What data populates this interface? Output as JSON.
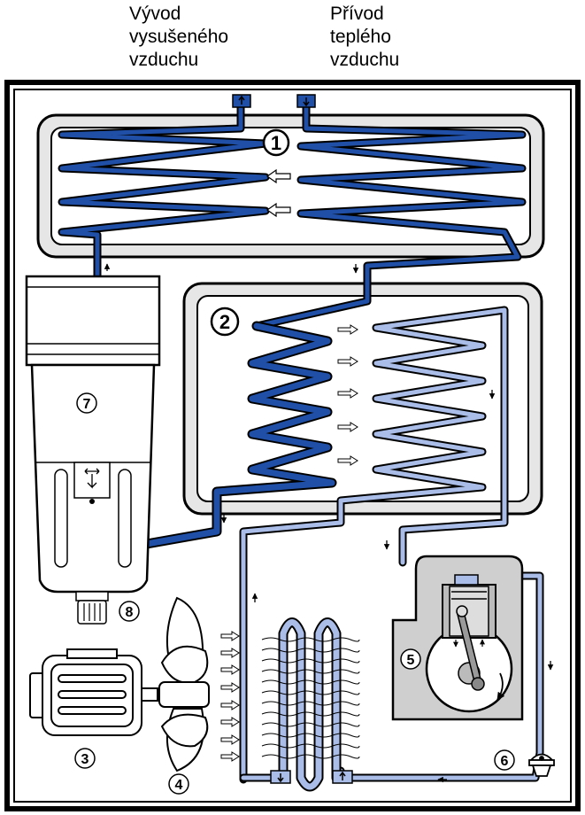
{
  "labels": {
    "outlet": [
      "Vývod",
      "vysušeného",
      "vzduchu"
    ],
    "inlet": [
      "Přívod",
      "teplého",
      "vzduchu"
    ]
  },
  "components": [
    {
      "id": "heat-exchanger-air-air",
      "number": "1"
    },
    {
      "id": "heat-exchanger-refrigerant",
      "number": "2"
    },
    {
      "id": "fan-motor",
      "number": "3"
    },
    {
      "id": "fan",
      "number": "4"
    },
    {
      "id": "compressor",
      "number": "5"
    },
    {
      "id": "expansion-valve",
      "number": "6"
    },
    {
      "id": "separator",
      "number": "7"
    },
    {
      "id": "drain",
      "number": "8"
    }
  ],
  "colors": {
    "dark_pipe": "#1f4fa6",
    "light_pipe": "#a9bde8",
    "frame": "#000000",
    "housing": "#e6e6e6",
    "compressor_body": "#cfcfcf"
  }
}
